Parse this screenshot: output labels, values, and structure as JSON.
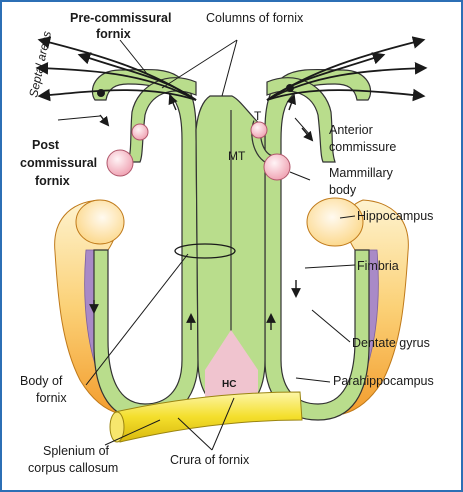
{
  "labels": {
    "pre_commissural_fornix": [
      "Pre-commissural",
      "fornix"
    ],
    "columns_of_fornix": "Columns of fornix",
    "septal_areas": "Septal areas",
    "post_commissural_fornix": [
      "Post",
      "commissural",
      "fornix"
    ],
    "t_marker": "T",
    "mt_marker": "MT",
    "anterior_commissure": [
      "Anterior",
      "commissure"
    ],
    "mammillary_body": [
      "Mammillary",
      "body"
    ],
    "hippocampus": "Hippocampus",
    "fimbria": "Fimbria",
    "dentate_gyrus": "Dentate gyrus",
    "parahippocampus": "Parahippocampus",
    "body_of_fornix": [
      "Body of",
      "fornix"
    ],
    "hc_marker": "HC",
    "splenium": [
      "Splenium of",
      "corpus callosum"
    ],
    "crura_of_fornix": "Crura of fornix"
  },
  "colors": {
    "border": "#2c6fb5",
    "fornix_fill": "#b9dd8c",
    "outline": "#333333",
    "hippocampus_orange": "#f4a93b",
    "hippocampus_light": "#fde6ae",
    "dentate_purple": "#a98ac7",
    "splenium_yellow": "#f2dc2a",
    "mammillary_pink": "#f6b9c4",
    "hc_pink": "#f0c4cf"
  }
}
